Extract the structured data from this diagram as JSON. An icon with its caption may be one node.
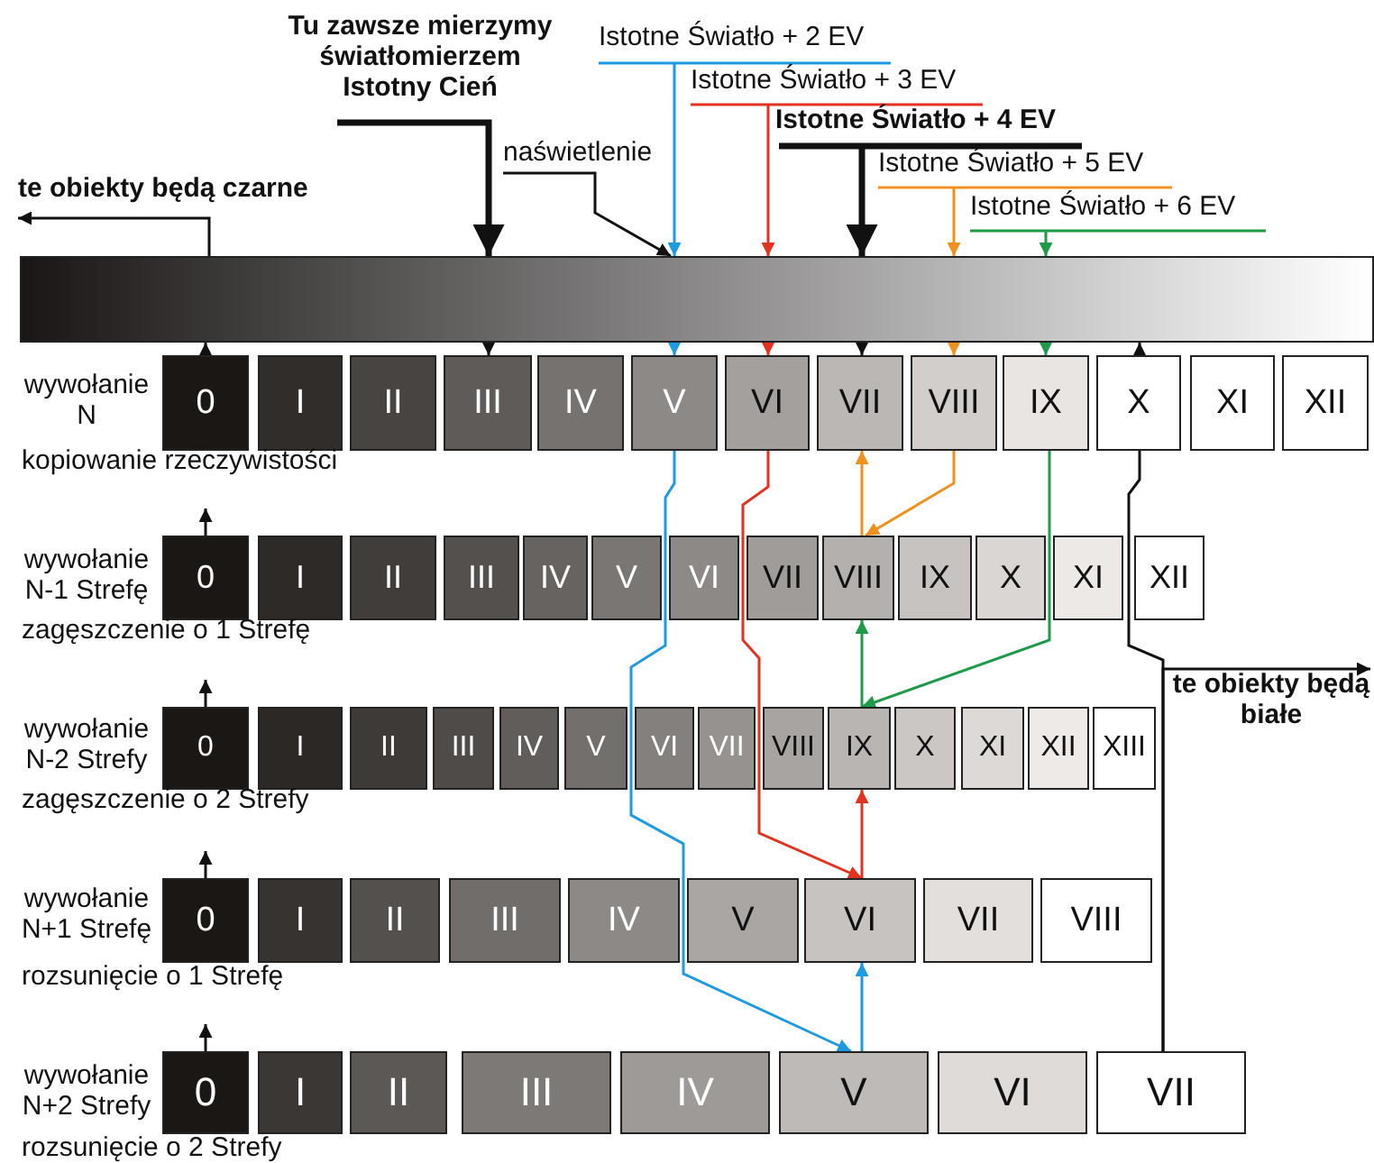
{
  "diagram": {
    "nodes": [
      {
        "text": [
          "Tu zawsze  mierzymy światłomierzem Istotny Cień"
        ]
      },
      {
        "text": [
          "Istotne Światło + 2 EV"
        ]
      },
      {
        "text": [
          "Istotne Światło + 3 EV"
        ]
      },
      {
        "text": [
          "Istotne Światło + 4 EV"
        ]
      },
      {
        "text": [
          "naświetlenie"
        ]
      },
      {
        "text": [
          "Istotne Światło + 5 EV"
        ]
      },
      {
        "text": [
          "Istotne Światło + 6 EV"
        ]
      },
      {
        "text": [
          "te obiekty będą czarne"
        ]
      },
      {
        "text": [],
        "shape": "bar"
      },
      {
        "text": [
          "0"
        ]
      },
      {
        "text": [
          "I"
        ]
      },
      {
        "text": [
          "II"
        ]
      },
      {
        "text": [
          "III"
        ]
      },
      {
        "text": [
          "IV"
        ]
      },
      {
        "text": [
          "V"
        ]
      },
      {
        "text": [
          "VI"
        ]
      },
      {
        "text": [
          "VII"
        ]
      },
      {
        "text": [
          "VIII"
        ]
      },
      {
        "text": [
          "IX"
        ]
      },
      {
        "text": [
          "X"
        ]
      },
      {
        "text": [
          "XI"
        ]
      },
      {
        "text": [
          "XII"
        ]
      },
      {
        "text": [
          "0"
        ]
      },
      {
        "text": [
          "I"
        ]
      },
      {
        "text": [
          "II"
        ]
      },
      {
        "text": [
          "III"
        ]
      },
      {
        "text": [
          "IV"
        ]
      },
      {
        "text": [
          "V"
        ]
      },
      {
        "text": [
          "VI"
        ]
      },
      {
        "text": [
          "VII"
        ]
      },
      {
        "text": [
          "VIII"
        ]
      },
      {
        "text": [
          "IX"
        ]
      },
      {
        "text": [
          "X"
        ]
      },
      {
        "text": [
          "XI"
        ]
      },
      {
        "text": [
          "XII"
        ]
      },
      {
        "text": [
          "te obiekty będą białe"
        ]
      },
      {
        "text": [
          "0"
        ]
      },
      {
        "text": [
          "I"
        ]
      },
      {
        "text": [
          "II"
        ]
      },
      {
        "text": [
          "III"
        ]
      },
      {
        "text": [
          "IV"
        ]
      },
      {
        "text": [
          "V"
        ]
      },
      {
        "text": [
          "VI"
        ]
      },
      {
        "text": [
          "VII"
        ]
      },
      {
        "text": [
          "VIII"
        ]
      },
      {
        "text": [
          "IX"
        ]
      },
      {
        "text": [
          "X"
        ]
      },
      {
        "text": [
          "XI"
        ]
      },
      {
        "text": [
          "XII"
        ]
      },
      {
        "text": [
          "XIII"
        ]
      },
      {
        "text": [
          "0"
        ]
      },
      {
        "text": [
          "I"
        ]
      },
      {
        "text": [
          "II"
        ]
      },
      {
        "text": [
          "III"
        ]
      },
      {
        "text": [
          "IV"
        ]
      },
      {
        "text": [
          "V"
        ]
      },
      {
        "text": [
          "VI"
        ]
      },
      {
        "text": [
          "VII"
        ]
      },
      {
        "text": [
          "VIII"
        ]
      },
      {
        "text": [
          "0"
        ]
      },
      {
        "text": [
          "I"
        ]
      },
      {
        "text": [
          "II"
        ]
      },
      {
        "text": [
          "III"
        ]
      },
      {
        "text": [
          "IV"
        ]
      },
      {
        "text": [
          "V"
        ]
      },
      {
        "text": [
          "VI"
        ]
      },
      {
        "text": [
          "VII"
        ]
      }
    ],
    "edges": [
      {
        "from": 0,
        "to": 8,
        "arrow": "to",
        "style": "thick"
      },
      {
        "from": 4,
        "to": 8,
        "arrow": "to"
      },
      {
        "from": 1,
        "to": 8,
        "arrow": "to",
        "color": "#1e9be0"
      },
      {
        "from": 2,
        "to": 8,
        "arrow": "to",
        "color": "#e3321f"
      },
      {
        "from": 3,
        "to": 8,
        "arrow": "to",
        "style": "thick"
      },
      {
        "from": 5,
        "to": 8,
        "arrow": "to",
        "color": "#f0901e"
      },
      {
        "from": 6,
        "to": 8,
        "arrow": "to",
        "color": "#1f9a4a"
      },
      {
        "from": 8,
        "to": 7,
        "arrow": "to"
      },
      {
        "from": 9,
        "to": 8,
        "arrow": "to"
      },
      {
        "from": 8,
        "to": 12,
        "arrow": "to"
      },
      {
        "from": 8,
        "to": 14,
        "arrow": "to",
        "color": "#1e9be0"
      },
      {
        "from": 8,
        "to": 15,
        "arrow": "to",
        "color": "#e3321f"
      },
      {
        "from": 8,
        "to": 16,
        "arrow": "to"
      },
      {
        "from": 8,
        "to": 17,
        "arrow": "to",
        "color": "#f0901e"
      },
      {
        "from": 8,
        "to": 18,
        "arrow": "to",
        "color": "#1f9a4a"
      },
      {
        "from": 19,
        "to": 8,
        "arrow": "to"
      },
      {
        "from": 66,
        "to": 35,
        "arrow": "to"
      },
      {
        "from": 17,
        "to": 30,
        "arrow": "to",
        "color": "#f0901e"
      },
      {
        "from": 30,
        "to": 16,
        "arrow": "to",
        "color": "#f0901e"
      },
      {
        "from": 18,
        "to": 45,
        "arrow": "to",
        "color": "#1f9a4a"
      },
      {
        "from": 45,
        "to": 30,
        "arrow": "to",
        "color": "#1f9a4a"
      },
      {
        "from": 15,
        "to": 56,
        "arrow": "to",
        "color": "#e3321f"
      },
      {
        "from": 56,
        "to": 45,
        "arrow": "to",
        "color": "#e3321f"
      },
      {
        "from": 14,
        "to": 64,
        "arrow": "to",
        "color": "#1e9be0"
      },
      {
        "from": 64,
        "to": 56,
        "arrow": "to",
        "color": "#1e9be0"
      },
      {
        "from": 22,
        "to": null,
        "arrow": "to"
      },
      {
        "from": 36,
        "to": null,
        "arrow": "to"
      },
      {
        "from": 50,
        "to": null,
        "arrow": "to"
      },
      {
        "from": 59,
        "to": null,
        "arrow": "to"
      },
      {
        "from": 19,
        "to": 66,
        "arrow": "none"
      }
    ],
    "labels": [
      "wywołanie N",
      "kopiowanie rzeczywistości",
      "wywołanie N-1 Strefę",
      "zagęszczenie o 1 Strefę",
      "wywołanie N-2 Strefy",
      "zagęszczenie o 2 Strefy",
      "wywołanie N+1 Strefę",
      "rozsunięcie o 1 Strefę",
      "wywołanie N+2 Strefy",
      "rozsunięcie o 2 Strefy"
    ]
  }
}
